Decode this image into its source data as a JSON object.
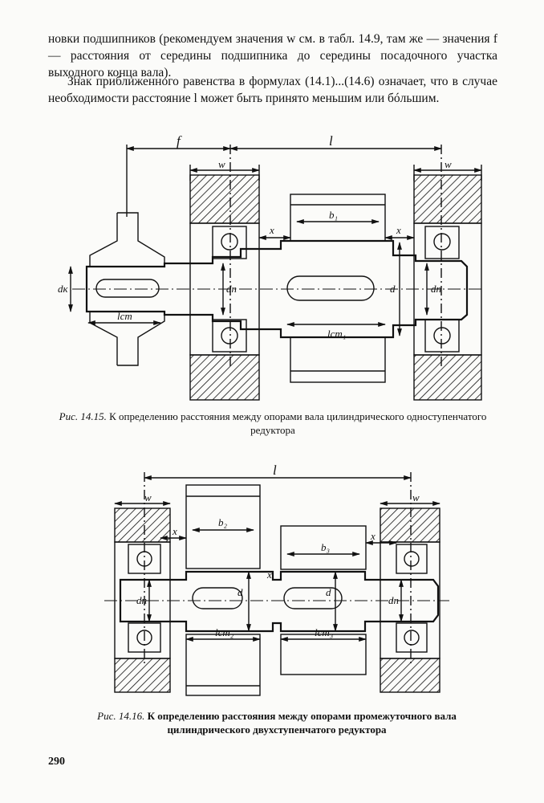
{
  "paragraphs": [
    "новки подшипников (рекомендуем значения w см. в табл. 14.9, там же — значения f — расстояния от середины подшипника до середины посадочного участка выходного конца вала).",
    "Знак приближенного равенства в формулах (14.1)...(14.6) означает, что в случае необходимости расстояние l может быть принято меньшим или бóльшим."
  ],
  "figure1": {
    "label": "Рис. 14.15.",
    "caption": "К определению расстояния между опорами вала цилиндрического одноступенчатого редуктора",
    "dims": {
      "f": "f",
      "l": "l",
      "w_left": "w",
      "w_right": "w",
      "b1": "b₁",
      "x_left": "x",
      "x_right": "x",
      "dk": "dк",
      "dp_left": "dп",
      "d": "d",
      "dp_right": "dп",
      "lct": "lст",
      "lct1": "lст₁"
    }
  },
  "figure2": {
    "label": "Рис. 14.16.",
    "caption": "К определению расстояния между опорами промежуточного вала цилиндрического двухступенчатого редуктора",
    "dims": {
      "l": "l",
      "w_left": "w",
      "w_right": "w",
      "b2": "b₂",
      "b3": "b₃",
      "x_left": "x",
      "x_mid": "x",
      "x_right": "x",
      "dp_left": "dп",
      "d_left": "d",
      "d_right": "d",
      "dp_right": "dп",
      "lct2": "lст₂",
      "lct3": "lст₃"
    }
  },
  "page_number": "290"
}
